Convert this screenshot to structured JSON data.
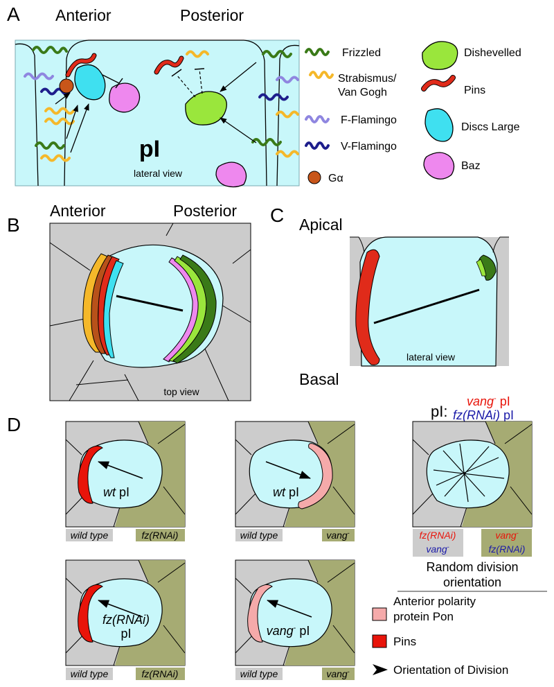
{
  "panels": {
    "a": {
      "letter": "A",
      "anterior": "Anterior",
      "posterior": "Posterior",
      "cell_name": "pI",
      "view": "lateral view",
      "legend": [
        {
          "label": "Frizzled",
          "icon": "frizzled-icon",
          "color": "#3a7a18"
        },
        {
          "label": "Strabismus/",
          "label2": "Van Gogh",
          "icon": "strabismus-icon",
          "color": "#f5b82a"
        },
        {
          "label": "F-Flamingo",
          "icon": "f-flamingo-icon",
          "color": "#8f86e0"
        },
        {
          "label": "V-Flamingo",
          "icon": "v-flamingo-icon",
          "color": "#1e1e8c"
        },
        {
          "label": "Gα",
          "icon": "g-alpha-icon",
          "color": "#c8561a"
        },
        {
          "label": "Dishevelled",
          "icon": "dishevelled-icon",
          "color": "#9ae63c"
        },
        {
          "label": "Pins",
          "icon": "pins-icon",
          "color": "#e02b1a"
        },
        {
          "label": "Discs Large",
          "icon": "discs-large-icon",
          "color": "#3fe0f0"
        },
        {
          "label": "Baz",
          "icon": "baz-icon",
          "color": "#ee88ee"
        }
      ]
    },
    "b": {
      "letter": "B",
      "anterior": "Anterior",
      "posterior": "Posterior",
      "view": "top view"
    },
    "c": {
      "letter": "C",
      "apical": "Apical",
      "basal": "Basal",
      "view": "lateral view"
    },
    "d": {
      "letter": "D",
      "pi_label": "pI:",
      "vang_pi": "vang",
      "vang_pi_sup": "-",
      "vang_pi_suffix": " pI",
      "fz_pi": "fz(RNAi)",
      "fz_pi_suffix": " pI",
      "cells": [
        {
          "cell_a": "wt",
          "cell_b": " pI",
          "cell_line2": "",
          "left_tag": "wild type",
          "right_tag": "fz(RNAi)",
          "right_sup": ""
        },
        {
          "cell_a": "wt",
          "cell_b": " pI",
          "cell_line2": "",
          "left_tag": "wild type",
          "right_tag": "vang",
          "right_sup": "-"
        },
        {
          "cell_a": "fz(RNAi)",
          "cell_b": "",
          "cell_line2": "pI",
          "left_tag": "wild type",
          "right_tag": "fz(RNAi)",
          "right_sup": ""
        },
        {
          "cell_a": "vang",
          "cell_sup": "-",
          "cell_b": " pI",
          "cell_line2": "",
          "left_tag": "wild type",
          "right_tag": "vang",
          "right_sup": "-"
        }
      ],
      "random_left_top": "fz(RNAi)",
      "random_left_bottom": "vang",
      "random_left_bottom_sup": "-",
      "random_right_top": "vang",
      "random_right_top_sup": "-",
      "random_right_bottom": "fz(RNAi)",
      "random_caption_1": "Random division",
      "random_caption_2": "orientation",
      "legend": [
        {
          "label": "Anterior polarity",
          "label2": "protein Pon",
          "icon": "pon-swatch-icon",
          "color": "#f5aaaa"
        },
        {
          "label": "Pins",
          "icon": "pins-swatch-icon",
          "color": "#e8140a"
        },
        {
          "label": "Orientation of Division",
          "icon": "division-arrow-icon",
          "color": "#000000"
        }
      ]
    }
  },
  "colors": {
    "cytoplasm": "#c8f7fa",
    "neighbor_grey": "#cccccc",
    "mutant_olive": "#a6ab73",
    "frizzled": "#3a7a18",
    "strabismus": "#f5b82a",
    "f_flamingo": "#8f86e0",
    "v_flamingo": "#1e1e8c",
    "pins": "#e02b1a",
    "dishevelled": "#9ae63c",
    "discs_large": "#3fe0f0",
    "baz": "#ee88ee",
    "g_alpha": "#c8561a",
    "pon": "#f5aaaa",
    "text_red": "#e8140a",
    "text_blue": "#1a1aa8"
  }
}
